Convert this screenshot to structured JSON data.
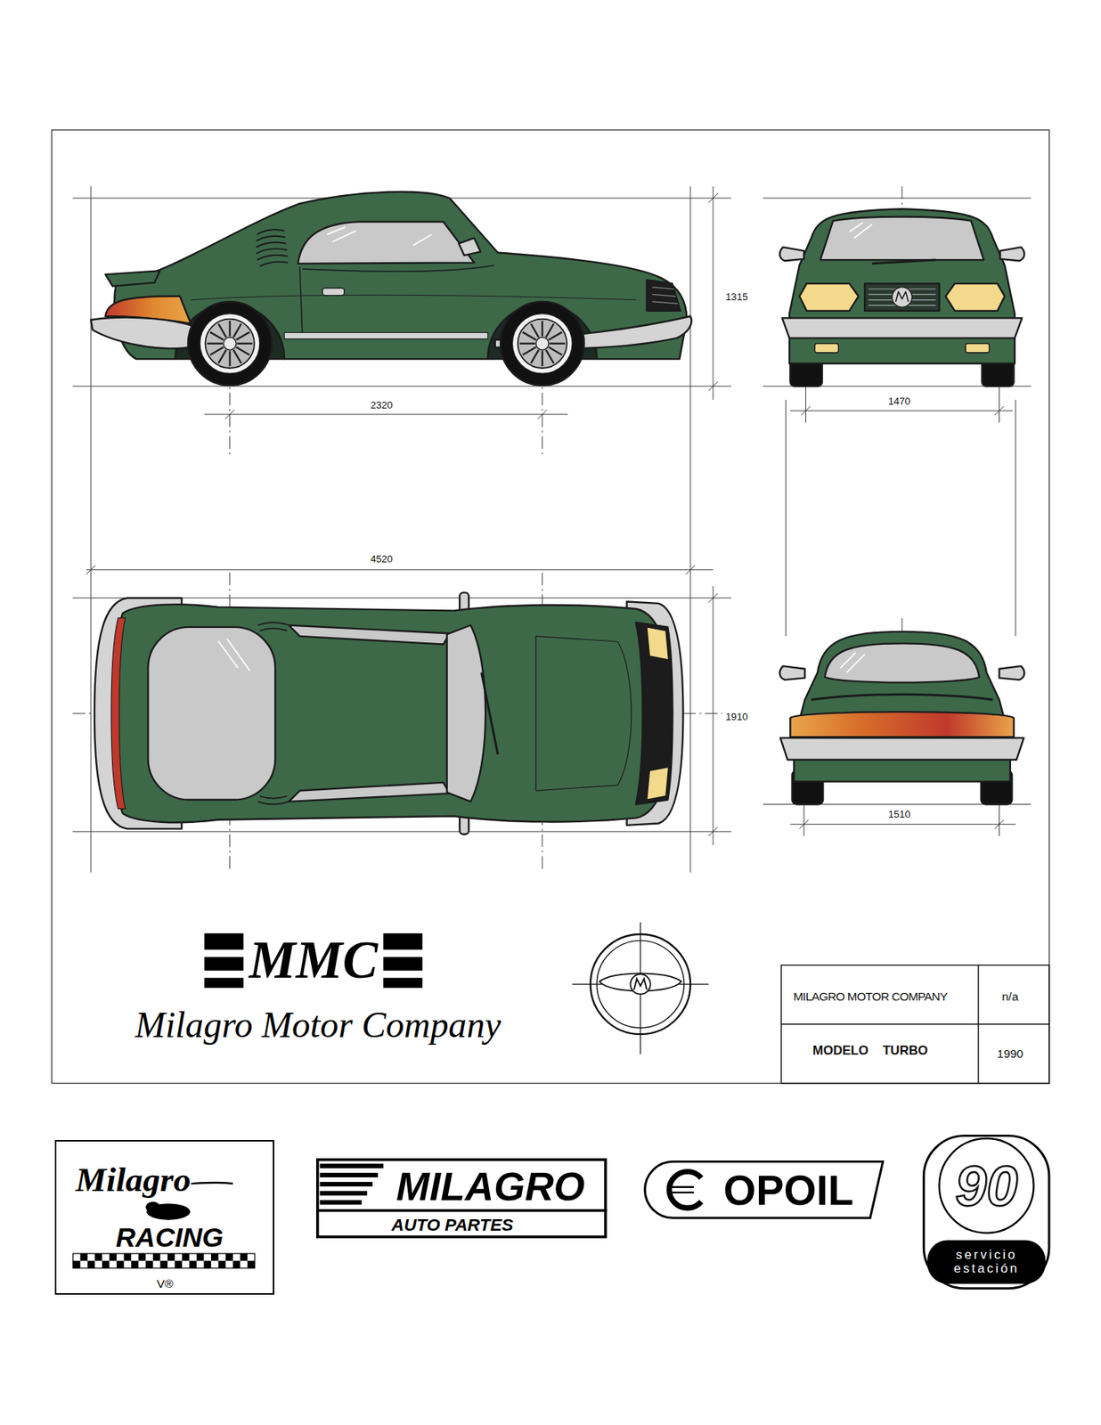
{
  "diagram": {
    "nodes": [
      {
        "text": [
          "Milagro",
          "RACING",
          "V®"
        ]
      },
      {
        "text": [
          "MILAGRO",
          "AUTO PARTES"
        ]
      },
      {
        "text": [
          "OPOIL"
        ]
      },
      {
        "text": [
          "90",
          "servicio estación"
        ]
      }
    ],
    "labels": [
      "1315",
      "2320",
      "1470",
      "4520",
      "1910",
      "1510",
      "MMC",
      "Milagro Motor Company",
      "MILAGRO MOTOR COMPANY",
      "n/a",
      "MODELO TURBO",
      "1990"
    ]
  }
}
